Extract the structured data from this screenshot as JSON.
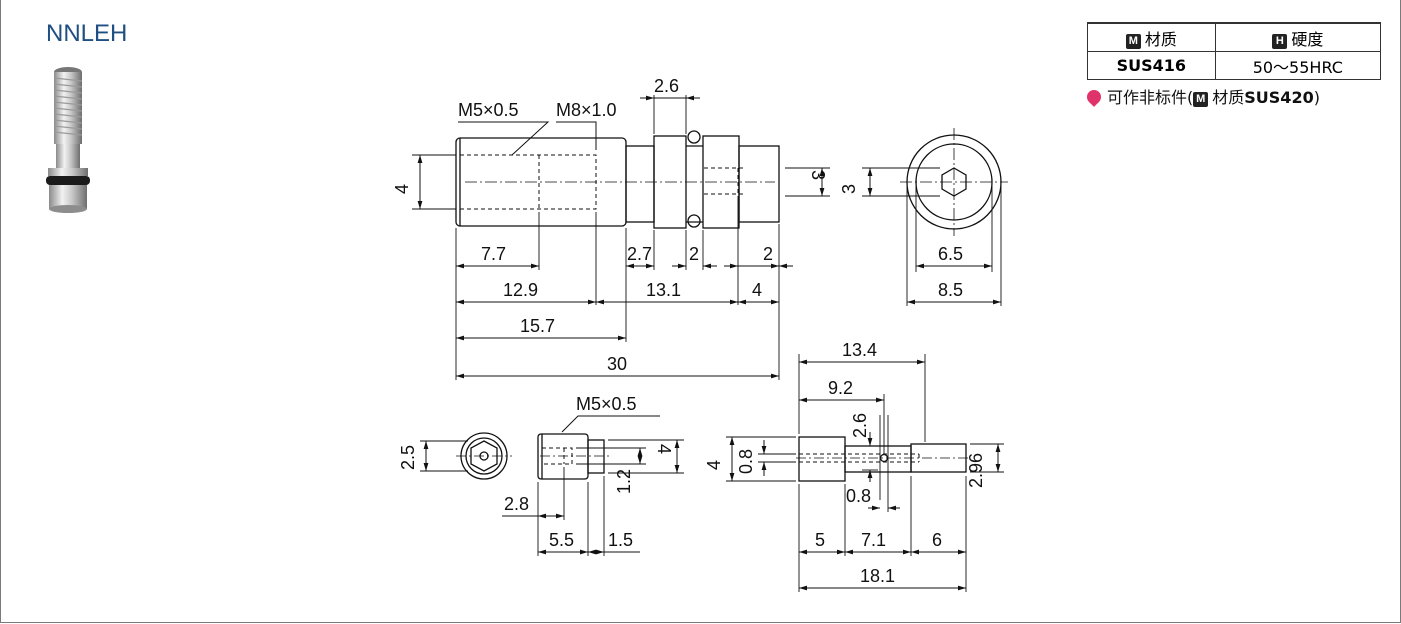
{
  "title": "NNLEH",
  "spec": {
    "material_badge": "M",
    "material_header": "材质",
    "hardness_badge": "H",
    "hardness_header": "硬度",
    "material_value": "SUS416",
    "hardness_value": "50～55HRC"
  },
  "note": {
    "prefix": "可作非标件(",
    "badge": "M",
    "label": "材质",
    "material": "SUS420",
    "suffix": ")"
  },
  "dims": {
    "thread_m5": "M5×0.5",
    "thread_m8": "M8×1.0",
    "d_2_6_top": "2.6",
    "d_4_left": "4",
    "d_3_right": "3",
    "d_7_7": "7.7",
    "d_2_7": "2.7",
    "d_2_a": "2",
    "d_2_b": "2",
    "d_12_9": "12.9",
    "d_13_1": "13.1",
    "d_4_bottom": "4",
    "d_15_7": "15.7",
    "d_30": "30",
    "end_3": "3",
    "end_6_5": "6.5",
    "end_8_5": "8.5",
    "small_2_5": "2.5",
    "small_m5": "M5×0.5",
    "small_4": "4",
    "small_1_2": "1.2",
    "small_2_8": "2.8",
    "small_5_5": "5.5",
    "small_1_5": "1.5",
    "pin_13_4": "13.4",
    "pin_9_2": "9.2",
    "pin_2_6": "2.6",
    "pin_4": "4",
    "pin_0_8_v": "0.8",
    "pin_0_8_h": "0.8",
    "pin_2_96": "2.96",
    "pin_5": "5",
    "pin_7_1": "7.1",
    "pin_6": "6",
    "pin_18_1": "18.1"
  }
}
